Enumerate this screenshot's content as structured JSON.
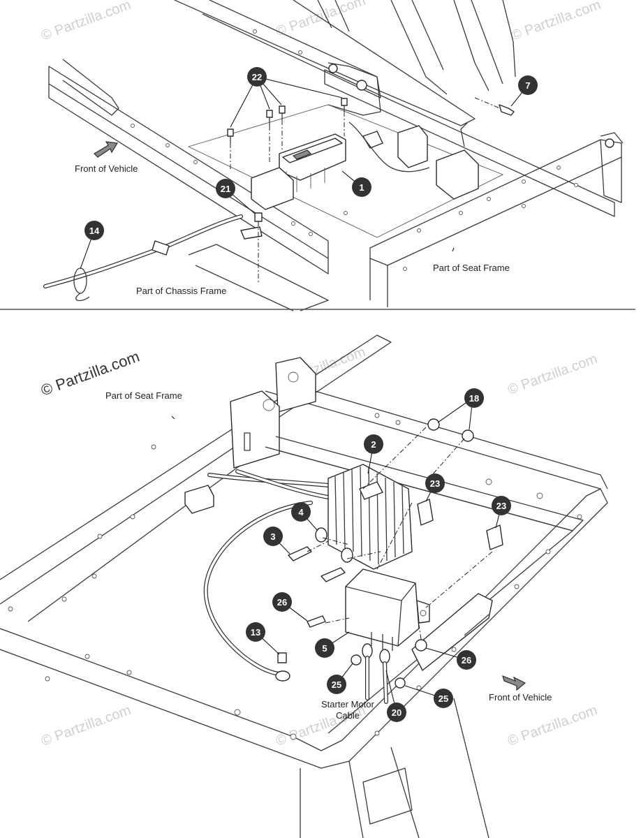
{
  "copyright": "© Partzilla.com",
  "watermark": "© Partzilla.com",
  "colors": {
    "ink": "#333333",
    "line": "#3a3a3a",
    "watermark": "#cfcfcf"
  },
  "top_panel": {
    "labels": {
      "front_of_vehicle": "Front of Vehicle",
      "part_of_seat_frame": "Part of Seat Frame",
      "part_of_chassis_frame": "Part of Chassis Frame"
    },
    "callouts": [
      "22",
      "7",
      "1",
      "21",
      "14"
    ]
  },
  "bottom_panel": {
    "labels": {
      "part_of_seat_frame": "Part of Seat Frame",
      "front_of_vehicle": "Front of Vehicle",
      "starter_motor_cable_line1": "Starter Motor",
      "starter_motor_cable_line2": "Cable"
    },
    "callouts": [
      "18",
      "2",
      "23",
      "23",
      "4",
      "3",
      "26",
      "13",
      "5",
      "26",
      "25",
      "20",
      "25"
    ]
  }
}
